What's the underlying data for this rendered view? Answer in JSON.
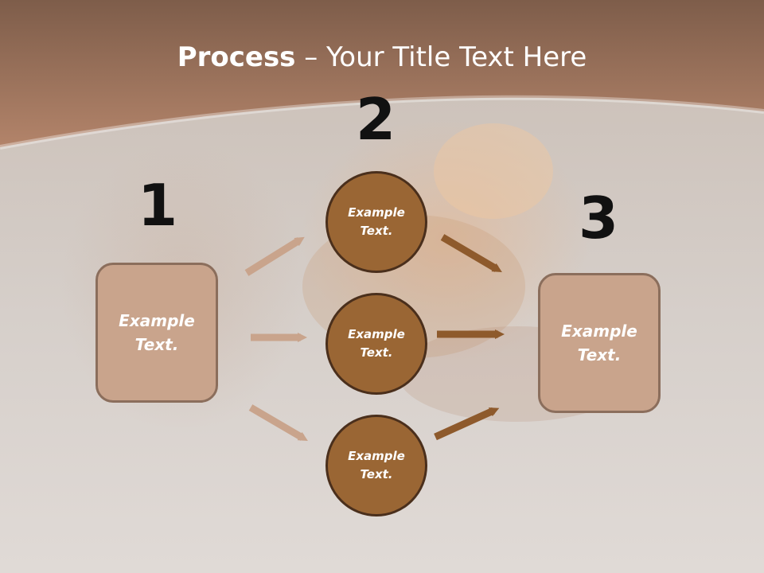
{
  "title": {
    "bold": "Process",
    "rest": " – Your Title Text Here"
  },
  "numbers": [
    "1",
    "2",
    "3"
  ],
  "boxes": {
    "left": "Example\nText.",
    "right": "Example\nText."
  },
  "circles": [
    "Example\nText.",
    "Example\nText.",
    "Example\nText."
  ],
  "colors": {
    "header": "#a4765e",
    "box_fill": "#c9a48c",
    "box_border": "#8b6e5c",
    "circle_fill": "#9a6634",
    "circle_border": "#4a2f1c",
    "arrow_light": "#c9a48c",
    "arrow_dark": "#8e5a2c"
  }
}
